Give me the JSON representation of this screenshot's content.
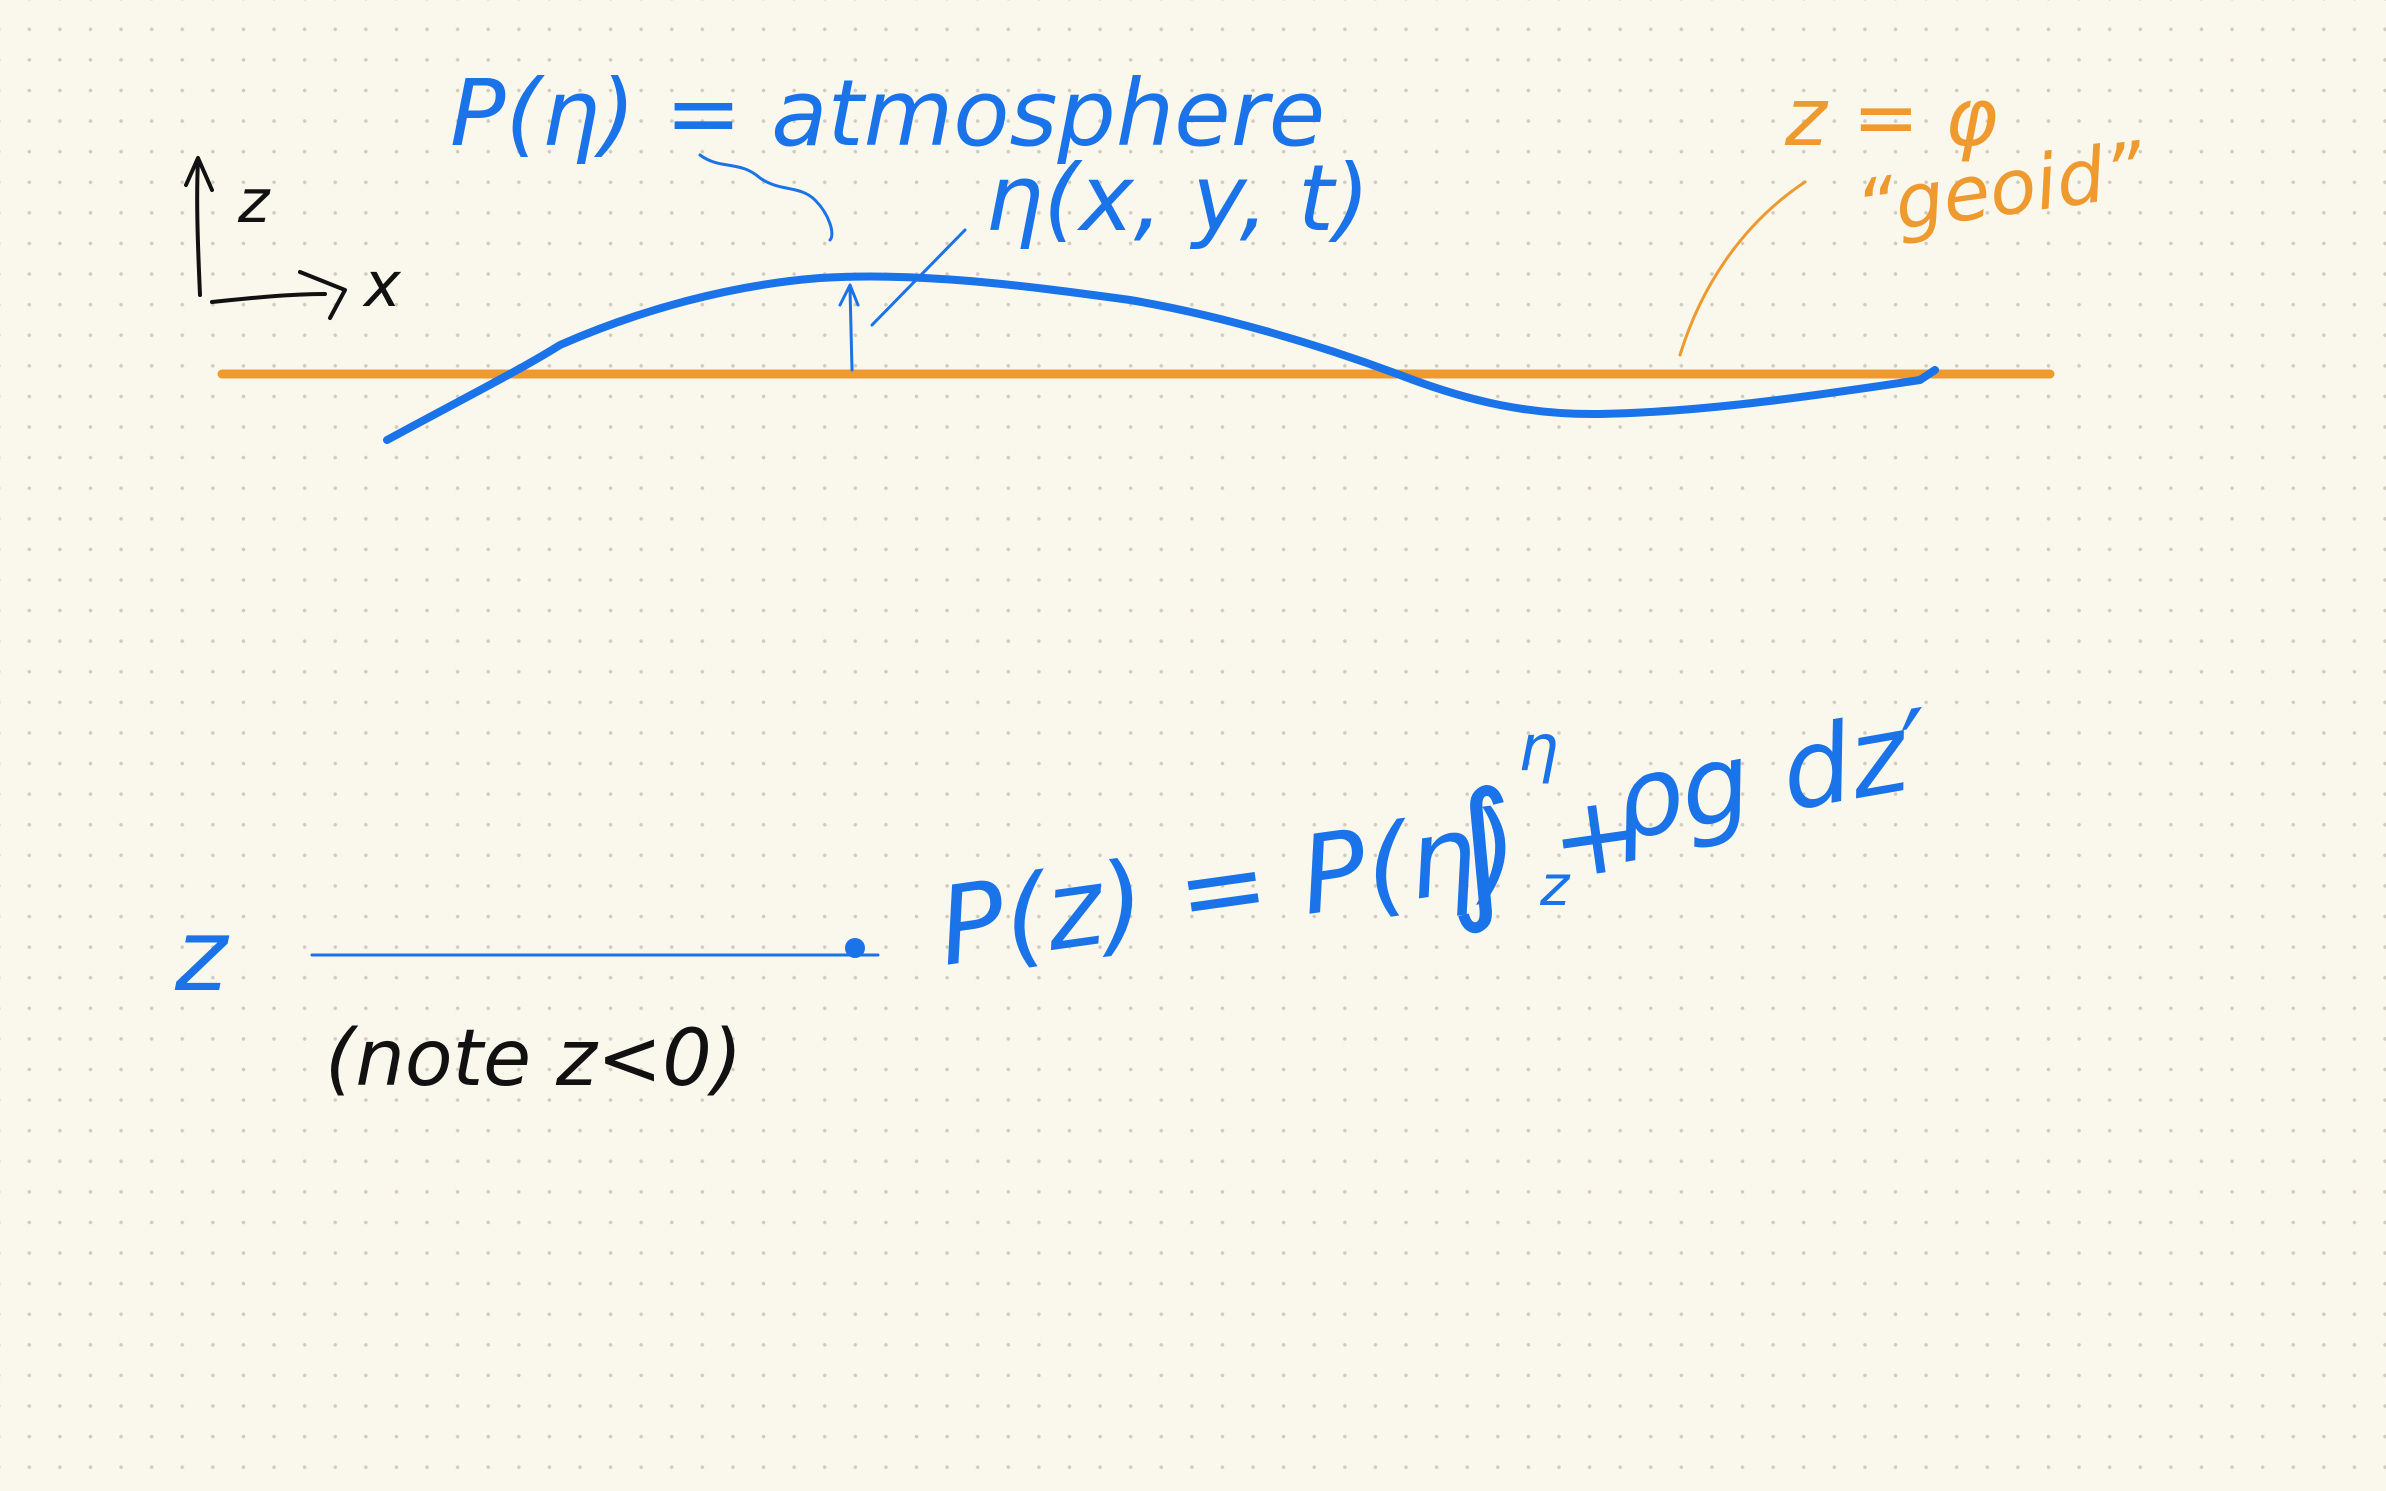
{
  "labels": {
    "pressure_atmos": "P(η) = atmosphere",
    "eta": "η(x, y, t)",
    "z_axis": "z",
    "x_axis": "x",
    "geoid_z": "z = φ",
    "geoid": "“geoid”",
    "z_depth": "z",
    "note": "(note z<0)",
    "equation_lhs": "P(z) = P(η) +",
    "integral": "∫",
    "integral_upper": "η",
    "integral_lower": "z",
    "integrand": "ρg dz′"
  },
  "colors": {
    "blue_ink": "#1a73e8",
    "orange_ink": "#ee9a2f",
    "black_ink": "#111111",
    "paper": "#faf7ec"
  }
}
